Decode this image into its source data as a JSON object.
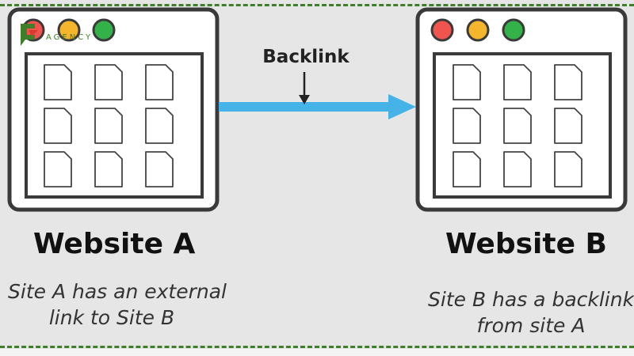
{
  "logo": {
    "text": "AGENCY",
    "colors": {
      "green": "#3f7f2a",
      "red": "#d93a2b"
    }
  },
  "arrow": {
    "label": "Backlink",
    "color": "#45b3e7"
  },
  "browser_a": {
    "dots": [
      "#f0544e",
      "#f5b52d",
      "#34b24a"
    ],
    "heading": "Website A",
    "description": [
      "Site A has an external",
      "link to Site B"
    ]
  },
  "browser_b": {
    "dots": [
      "#f0544e",
      "#f5b52d",
      "#34b24a"
    ],
    "heading": "Website B",
    "description": [
      "Site B has a backlink",
      "from site A"
    ]
  },
  "colors": {
    "background": "#e6e6e6",
    "frame": "#3a3a3a",
    "border": "#3f7f2a"
  }
}
